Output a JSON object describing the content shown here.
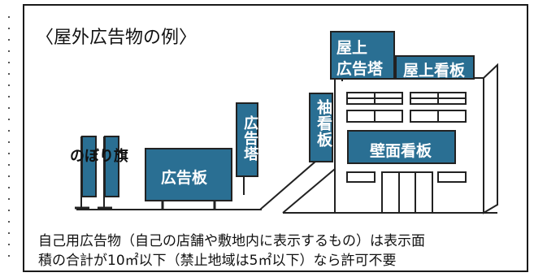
{
  "title": "〈屋外広告物の例〉",
  "labels": {
    "nobori": "のぼり旗",
    "billboard": "広告板",
    "tower": "広告塔",
    "rooftop_tower": "屋上\n広告塔",
    "rooftop_tower_l1": "屋上",
    "rooftop_tower_l2": "広告塔",
    "rooftop_sign": "屋上看板",
    "projecting_sign": "袖看板",
    "wall_sign": "壁面看板"
  },
  "note": {
    "line1": "自己用広告物（自己の店舗や敷地内に表示するもの）は表示面",
    "line2": "積の合計が10㎡以下（禁止地域は5㎡以下）なら許可不要"
  },
  "colors": {
    "sign_fill": "#2a6f93",
    "outline": "#222222",
    "background": "#ffffff"
  }
}
